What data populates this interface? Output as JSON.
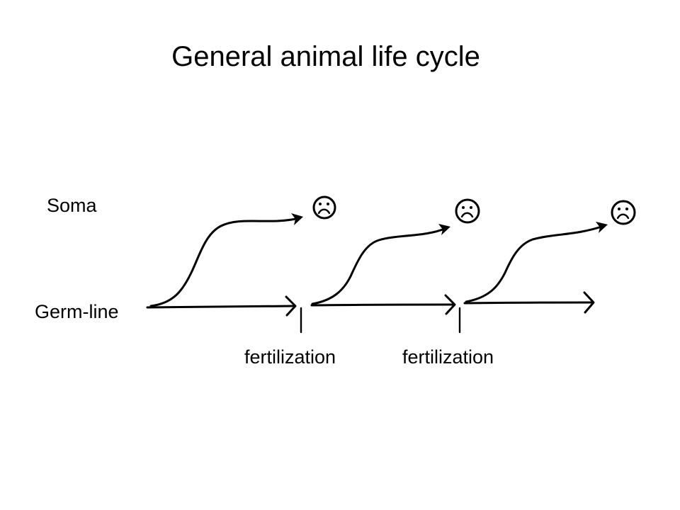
{
  "title": "General animal life cycle",
  "labels": {
    "soma": "Soma",
    "germ_line": "Germ-line"
  },
  "fertilization_markers": [
    {
      "label": "fertilization"
    },
    {
      "label": "fertilization"
    }
  ],
  "generations": [
    {
      "soma_icon": "sad-face-icon",
      "germ_arrow": "arrow-right-icon"
    },
    {
      "soma_icon": "sad-face-icon",
      "germ_arrow": "arrow-right-icon"
    },
    {
      "soma_icon": "sad-face-icon",
      "germ_arrow": "arrow-right-icon"
    }
  ],
  "colors": {
    "ink": "#000000",
    "background": "#ffffff"
  }
}
